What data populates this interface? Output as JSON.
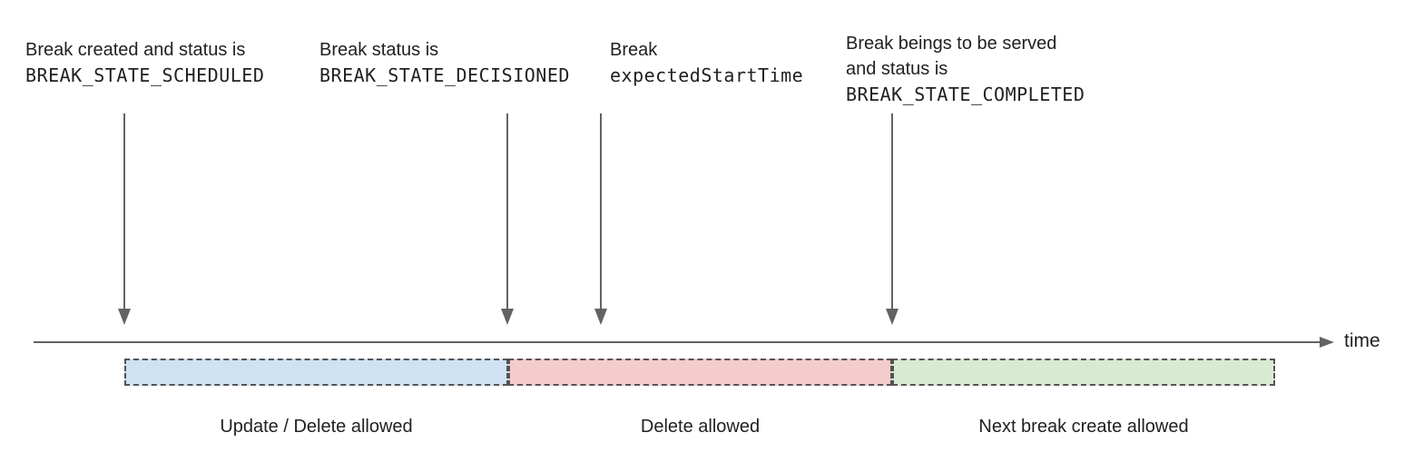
{
  "annotations": {
    "a1": {
      "line1": "Break created and status is",
      "line2": "BREAK_STATE_SCHEDULED"
    },
    "a2": {
      "line1": "Break status is",
      "line2": "BREAK_STATE_DECISIONED"
    },
    "a3": {
      "line1": "Break",
      "line2": "expectedStartTime"
    },
    "a4": {
      "line1": "Break beings to be served",
      "line2": "and status is",
      "line3": "BREAK_STATE_COMPLETED"
    }
  },
  "timeline": {
    "label": "time"
  },
  "segments": [
    {
      "label": "Update / Delete allowed",
      "fill": "#cfe2f3"
    },
    {
      "label": "Delete allowed",
      "fill": "#f4cccc"
    },
    {
      "label": "Next break create allowed",
      "fill": "#d9ead3"
    }
  ],
  "colors": {
    "arrow_gray": "#636363",
    "dash_border": "#545454",
    "text": "#212121"
  }
}
